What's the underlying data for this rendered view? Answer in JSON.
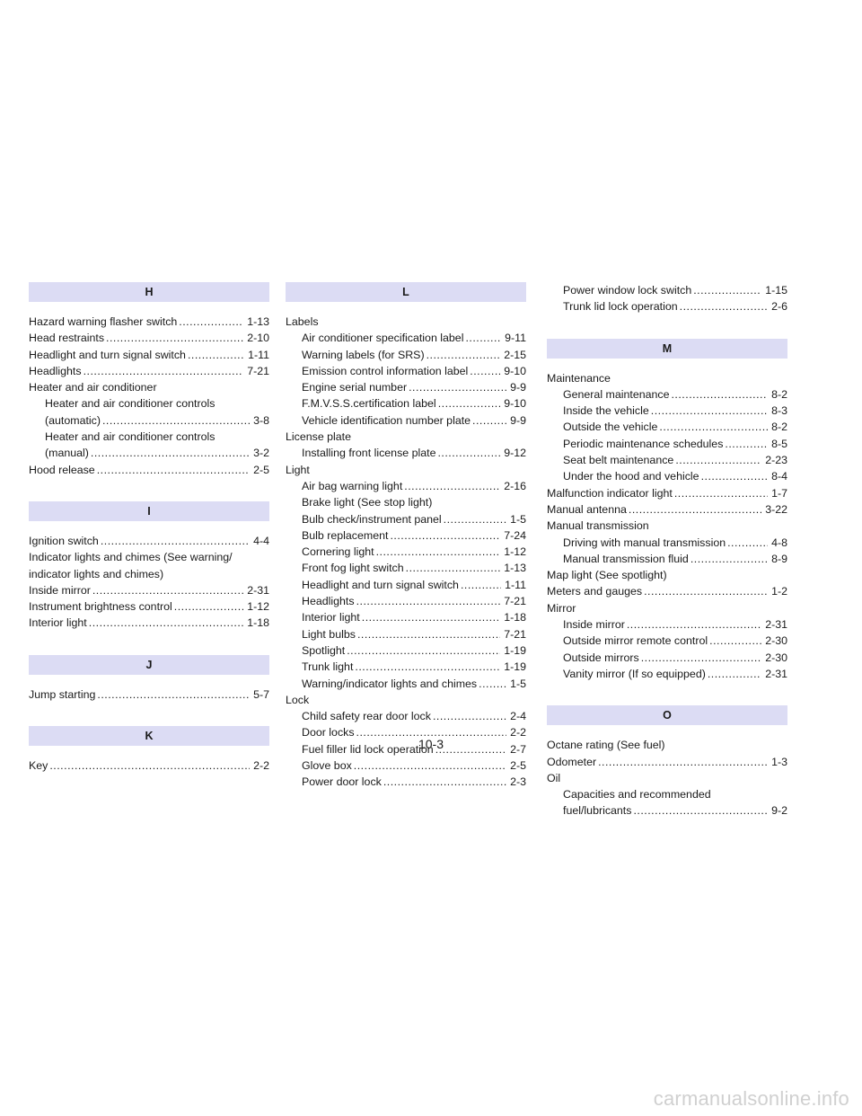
{
  "columns": [
    [
      {
        "type": "letter",
        "text": "H"
      },
      {
        "type": "row",
        "text": "Hazard warning flasher switch",
        "page": "1-13"
      },
      {
        "type": "row",
        "text": "Head restraints",
        "page": "2-10"
      },
      {
        "type": "row",
        "text": "Headlight and turn signal switch",
        "page": "1-11"
      },
      {
        "type": "row",
        "text": "Headlights",
        "page": "7-21"
      },
      {
        "type": "head",
        "text": "Heater and air conditioner"
      },
      {
        "type": "head",
        "sub": true,
        "text": "Heater and air conditioner controls"
      },
      {
        "type": "row",
        "sub": true,
        "text": "(automatic)",
        "page": "3-8"
      },
      {
        "type": "head",
        "sub": true,
        "text": "Heater and air conditioner controls"
      },
      {
        "type": "row",
        "sub": true,
        "text": "(manual)",
        "page": "3-2"
      },
      {
        "type": "row",
        "text": "Hood release",
        "page": "2-5"
      },
      {
        "type": "letter",
        "text": "I"
      },
      {
        "type": "row",
        "text": "Ignition switch",
        "page": "4-4"
      },
      {
        "type": "head",
        "text": "Indicator lights and chimes (See warning/"
      },
      {
        "type": "head",
        "text": "indicator lights and chimes)"
      },
      {
        "type": "row",
        "text": "Inside mirror",
        "page": "2-31"
      },
      {
        "type": "row",
        "text": "Instrument brightness control",
        "page": "1-12"
      },
      {
        "type": "row",
        "text": "Interior light",
        "page": "1-18"
      },
      {
        "type": "letter",
        "text": "J"
      },
      {
        "type": "row",
        "text": "Jump starting",
        "page": "5-7"
      },
      {
        "type": "letter",
        "text": "K"
      },
      {
        "type": "row",
        "text": "Key",
        "page": "2-2"
      }
    ],
    [
      {
        "type": "letter",
        "text": "L"
      },
      {
        "type": "head",
        "text": "Labels"
      },
      {
        "type": "row",
        "sub": true,
        "text": "Air conditioner specification label",
        "page": "9-11"
      },
      {
        "type": "row",
        "sub": true,
        "text": "Warning labels (for SRS)",
        "page": "2-15"
      },
      {
        "type": "row",
        "sub": true,
        "text": "Emission control information label",
        "page": "9-10"
      },
      {
        "type": "row",
        "sub": true,
        "text": "Engine serial number",
        "page": "9-9"
      },
      {
        "type": "row",
        "sub": true,
        "text": "F.M.V.S.S.certification label",
        "page": "9-10"
      },
      {
        "type": "row",
        "sub": true,
        "text": "Vehicle identification number plate",
        "page": "9-9"
      },
      {
        "type": "head",
        "text": "License plate"
      },
      {
        "type": "row",
        "sub": true,
        "text": "Installing front license plate",
        "page": "9-12"
      },
      {
        "type": "head",
        "text": "Light"
      },
      {
        "type": "row",
        "sub": true,
        "text": "Air bag warning light",
        "page": "2-16"
      },
      {
        "type": "head",
        "sub": true,
        "text": "Brake light (See stop light)"
      },
      {
        "type": "row",
        "sub": true,
        "text": "Bulb check/instrument panel",
        "page": "1-5"
      },
      {
        "type": "row",
        "sub": true,
        "text": "Bulb replacement",
        "page": "7-24"
      },
      {
        "type": "row",
        "sub": true,
        "text": "Cornering light",
        "page": "1-12"
      },
      {
        "type": "row",
        "sub": true,
        "text": "Front fog light switch",
        "page": "1-13"
      },
      {
        "type": "row",
        "sub": true,
        "text": "Headlight and turn signal switch",
        "page": "1-11"
      },
      {
        "type": "row",
        "sub": true,
        "text": "Headlights",
        "page": "7-21"
      },
      {
        "type": "row",
        "sub": true,
        "text": "Interior light",
        "page": "1-18"
      },
      {
        "type": "row",
        "sub": true,
        "text": "Light bulbs",
        "page": "7-21"
      },
      {
        "type": "row",
        "sub": true,
        "text": "Spotlight",
        "page": "1-19"
      },
      {
        "type": "row",
        "sub": true,
        "text": "Trunk light",
        "page": "1-19"
      },
      {
        "type": "row",
        "sub": true,
        "text": "Warning/indicator lights and chimes",
        "page": "1-5"
      },
      {
        "type": "head",
        "text": "Lock"
      },
      {
        "type": "row",
        "sub": true,
        "text": "Child safety rear door lock",
        "page": "2-4"
      },
      {
        "type": "row",
        "sub": true,
        "text": "Door locks",
        "page": "2-2"
      },
      {
        "type": "row",
        "sub": true,
        "text": "Fuel filler lid lock operation",
        "page": "2-7"
      },
      {
        "type": "row",
        "sub": true,
        "text": "Glove box",
        "page": "2-5"
      },
      {
        "type": "row",
        "sub": true,
        "text": "Power door lock",
        "page": "2-3"
      }
    ],
    [
      {
        "type": "row",
        "sub": true,
        "text": "Power window lock switch",
        "page": "1-15"
      },
      {
        "type": "row",
        "sub": true,
        "text": "Trunk lid lock operation",
        "page": "2-6"
      },
      {
        "type": "letter",
        "text": "M"
      },
      {
        "type": "head",
        "text": "Maintenance"
      },
      {
        "type": "row",
        "sub": true,
        "text": "General maintenance",
        "page": "8-2"
      },
      {
        "type": "row",
        "sub": true,
        "text": "Inside the vehicle",
        "page": "8-3"
      },
      {
        "type": "row",
        "sub": true,
        "text": "Outside the vehicle",
        "page": "8-2"
      },
      {
        "type": "row",
        "sub": true,
        "text": "Periodic maintenance schedules",
        "page": "8-5"
      },
      {
        "type": "row",
        "sub": true,
        "text": "Seat belt maintenance",
        "page": "2-23"
      },
      {
        "type": "row",
        "sub": true,
        "text": "Under the hood and vehicle",
        "page": "8-4"
      },
      {
        "type": "row",
        "text": "Malfunction indicator light",
        "page": "1-7"
      },
      {
        "type": "row",
        "text": "Manual antenna",
        "page": "3-22"
      },
      {
        "type": "head",
        "text": "Manual transmission"
      },
      {
        "type": "row",
        "sub": true,
        "text": "Driving with manual transmission",
        "page": "4-8"
      },
      {
        "type": "row",
        "sub": true,
        "text": "Manual transmission fluid",
        "page": "8-9"
      },
      {
        "type": "head",
        "text": "Map light  (See spotlight)"
      },
      {
        "type": "row",
        "text": "Meters and gauges",
        "page": "1-2"
      },
      {
        "type": "head",
        "text": "Mirror"
      },
      {
        "type": "row",
        "sub": true,
        "text": "Inside mirror",
        "page": "2-31"
      },
      {
        "type": "row",
        "sub": true,
        "text": "Outside mirror remote control",
        "page": "2-30"
      },
      {
        "type": "row",
        "sub": true,
        "text": "Outside mirrors",
        "page": "2-30"
      },
      {
        "type": "row",
        "sub": true,
        "text": "Vanity mirror (If so equipped)",
        "page": "2-31"
      },
      {
        "type": "letter",
        "text": "O"
      },
      {
        "type": "head",
        "text": "Octane rating  (See fuel)"
      },
      {
        "type": "row",
        "text": "Odometer",
        "page": "1-3"
      },
      {
        "type": "head",
        "text": "Oil"
      },
      {
        "type": "head",
        "sub": true,
        "text": "Capacities and recommended"
      },
      {
        "type": "row",
        "sub": true,
        "text": "fuel/lubricants",
        "page": "9-2"
      }
    ]
  ],
  "page_number": "10-3",
  "watermark": "carmanualsonline.info",
  "colors": {
    "letter_band": "#dcdcf4",
    "watermark": "#d0d0d0"
  }
}
